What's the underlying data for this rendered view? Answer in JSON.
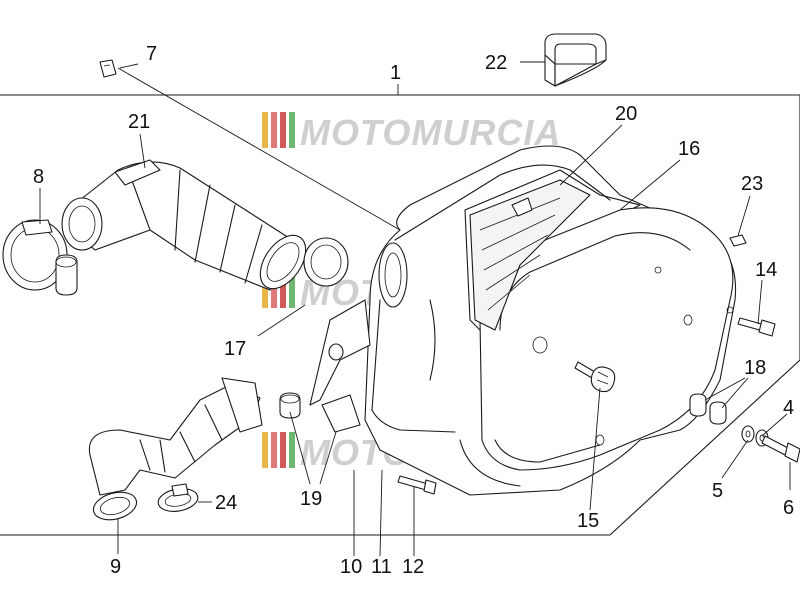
{
  "callouts": [
    {
      "id": "1",
      "label": "1"
    },
    {
      "id": "4",
      "label": "4"
    },
    {
      "id": "5",
      "label": "5"
    },
    {
      "id": "6",
      "label": "6"
    },
    {
      "id": "7",
      "label": "7"
    },
    {
      "id": "8",
      "label": "8"
    },
    {
      "id": "9",
      "label": "9"
    },
    {
      "id": "10",
      "label": "10"
    },
    {
      "id": "11",
      "label": "11"
    },
    {
      "id": "12",
      "label": "12"
    },
    {
      "id": "14",
      "label": "14"
    },
    {
      "id": "15",
      "label": "15"
    },
    {
      "id": "16",
      "label": "16"
    },
    {
      "id": "17",
      "label": "17"
    },
    {
      "id": "18",
      "label": "18"
    },
    {
      "id": "19",
      "label": "19"
    },
    {
      "id": "20",
      "label": "20"
    },
    {
      "id": "21",
      "label": "21"
    },
    {
      "id": "22",
      "label": "22"
    },
    {
      "id": "23",
      "label": "23"
    },
    {
      "id": "24",
      "label": "24"
    }
  ],
  "watermark": {
    "text": "MOTOMURCIA",
    "stripe_colors": [
      "#e8b84a",
      "#e07a7a",
      "#d05a5a",
      "#6fb86f"
    ],
    "text_color": "#cfcfcf"
  }
}
